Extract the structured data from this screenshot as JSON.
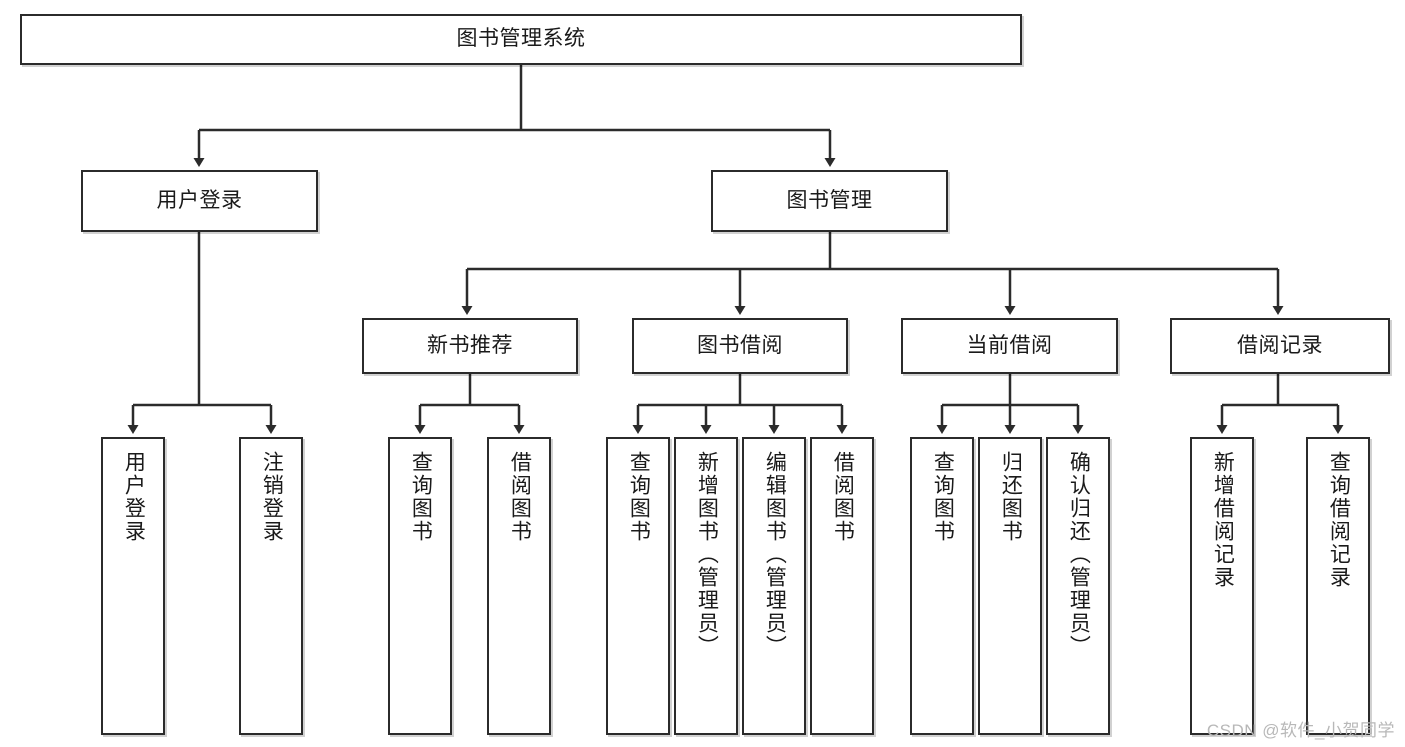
{
  "diagram": {
    "title": "图书管理系统",
    "type": "tree-hierarchy-diagram",
    "watermark": "CSDN @软件_小贺同学",
    "colors": {
      "stroke": "#2b2b2b",
      "fill": "#ffffff",
      "text": "#1a1a1a",
      "watermark": "#b8b8b8"
    },
    "nodes": {
      "root": {
        "label": "图书管理系统"
      },
      "level1": [
        {
          "id": "user-login",
          "label": "用户登录"
        },
        {
          "id": "book-manage",
          "label": "图书管理"
        }
      ],
      "level2": [
        {
          "id": "new-book-recommend",
          "label": "新书推荐"
        },
        {
          "id": "book-borrow",
          "label": "图书借阅"
        },
        {
          "id": "current-borrow",
          "label": "当前借阅"
        },
        {
          "id": "borrow-record",
          "label": "借阅记录"
        }
      ],
      "leaves": {
        "user-login": [
          {
            "id": "leaf-user-login",
            "label": "用户登录"
          },
          {
            "id": "leaf-logout",
            "label": "注销登录"
          }
        ],
        "new-book-recommend": [
          {
            "id": "leaf-query-book-1",
            "label": "查询图书"
          },
          {
            "id": "leaf-borrow-book-1",
            "label": "借阅图书"
          }
        ],
        "book-borrow": [
          {
            "id": "leaf-query-book-2",
            "label": "查询图书"
          },
          {
            "id": "leaf-add-book",
            "label": "新增图书（管理员）"
          },
          {
            "id": "leaf-edit-book",
            "label": "编辑图书（管理员）"
          },
          {
            "id": "leaf-borrow-book-2",
            "label": "借阅图书"
          }
        ],
        "current-borrow": [
          {
            "id": "leaf-query-book-3",
            "label": "查询图书"
          },
          {
            "id": "leaf-return-book",
            "label": "归还图书"
          },
          {
            "id": "leaf-confirm-return",
            "label": "确认归还（管理员）"
          }
        ],
        "borrow-record": [
          {
            "id": "leaf-add-record",
            "label": "新增借阅记录"
          },
          {
            "id": "leaf-query-record",
            "label": "查询借阅记录"
          }
        ]
      }
    }
  }
}
